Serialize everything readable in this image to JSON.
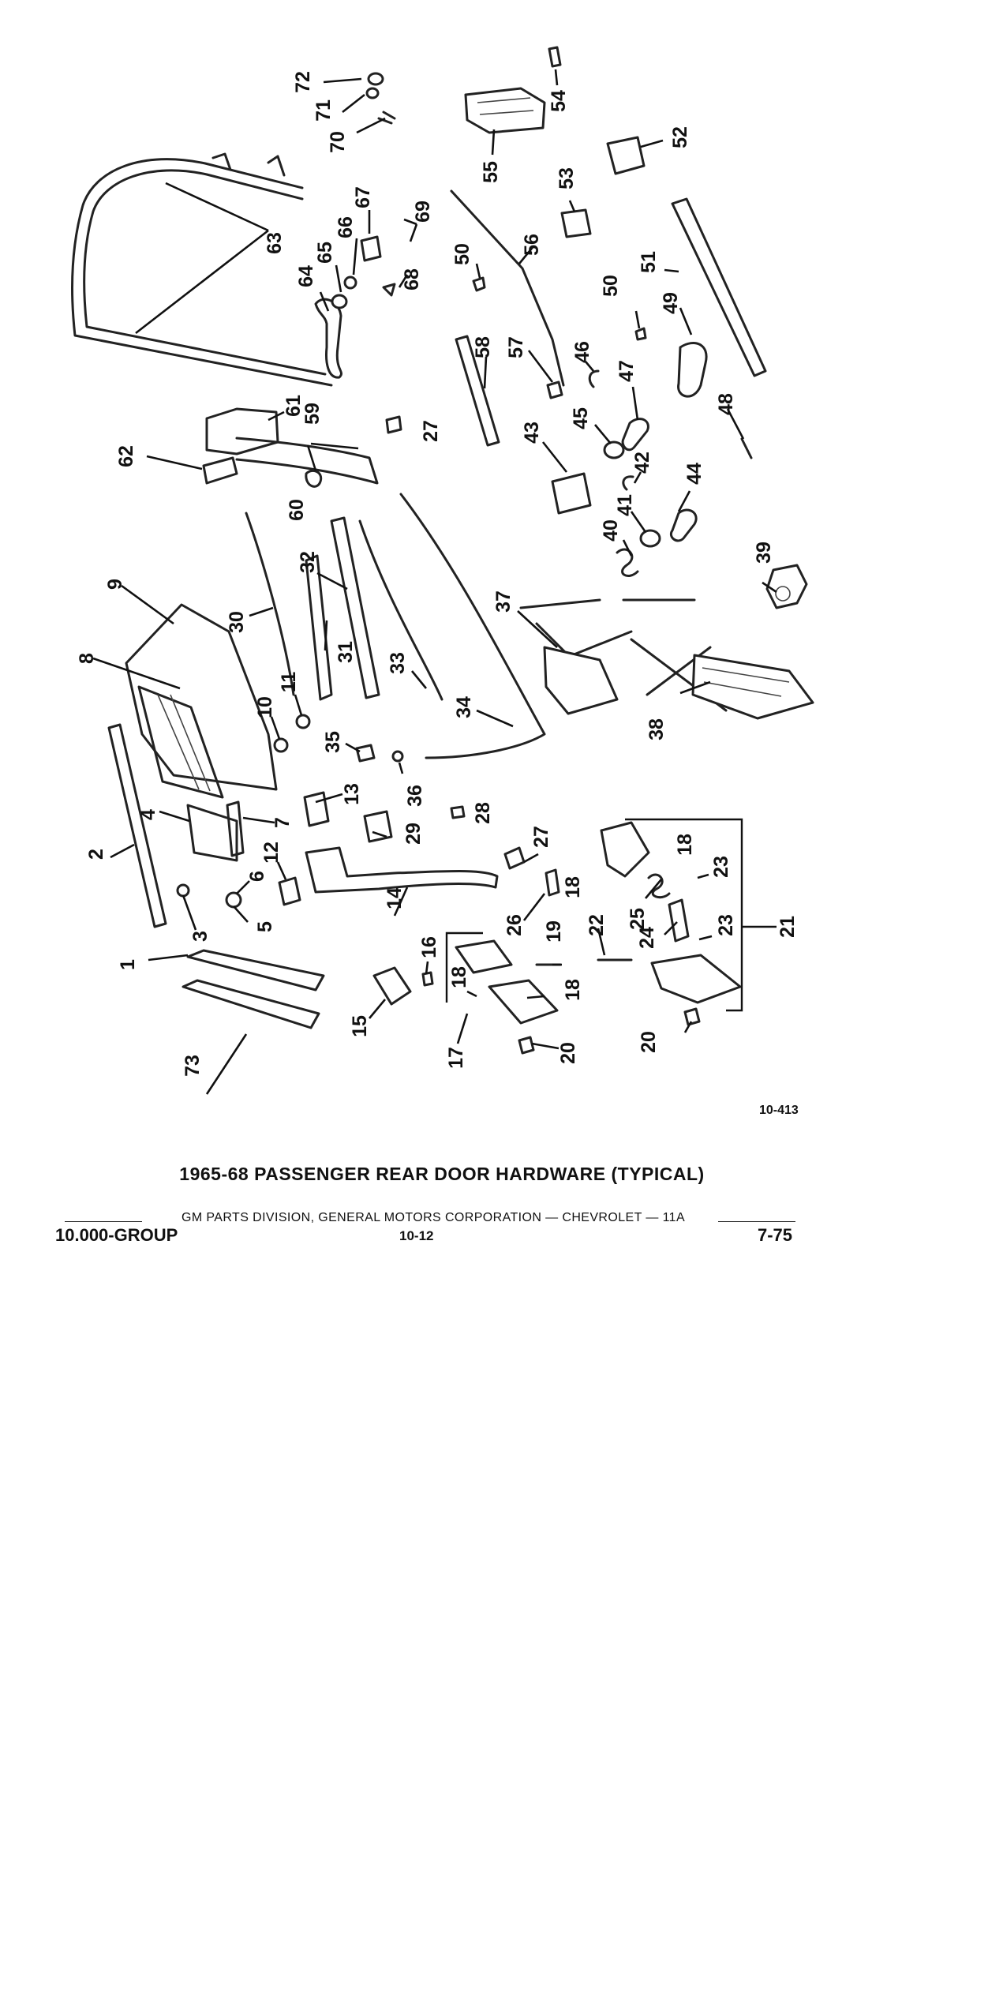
{
  "figure_number": "10-413",
  "caption": "1965-68 PASSENGER REAR DOOR HARDWARE (TYPICAL)",
  "footer": {
    "credit": "GM PARTS DIVISION, GENERAL MOTORS CORPORATION — CHEVROLET — 11A",
    "group": "10.000-GROUP",
    "page": "10-12",
    "date": "7-75"
  },
  "callouts": [
    "1",
    "2",
    "3",
    "4",
    "5",
    "6",
    "7",
    "8",
    "9",
    "10",
    "11",
    "12",
    "13",
    "14",
    "15",
    "16",
    "17",
    "18",
    "19",
    "20",
    "21",
    "22",
    "23",
    "24",
    "25",
    "26",
    "27",
    "28",
    "29",
    "30",
    "31",
    "32",
    "33",
    "34",
    "35",
    "36",
    "37",
    "38",
    "39",
    "40",
    "41",
    "42",
    "43",
    "44",
    "45",
    "46",
    "47",
    "48",
    "49",
    "50",
    "51",
    "52",
    "53",
    "54",
    "55",
    "56",
    "57",
    "58",
    "59",
    "60",
    "61",
    "62",
    "63",
    "64",
    "65",
    "66",
    "67",
    "68",
    "69",
    "70",
    "71",
    "72",
    "73"
  ]
}
